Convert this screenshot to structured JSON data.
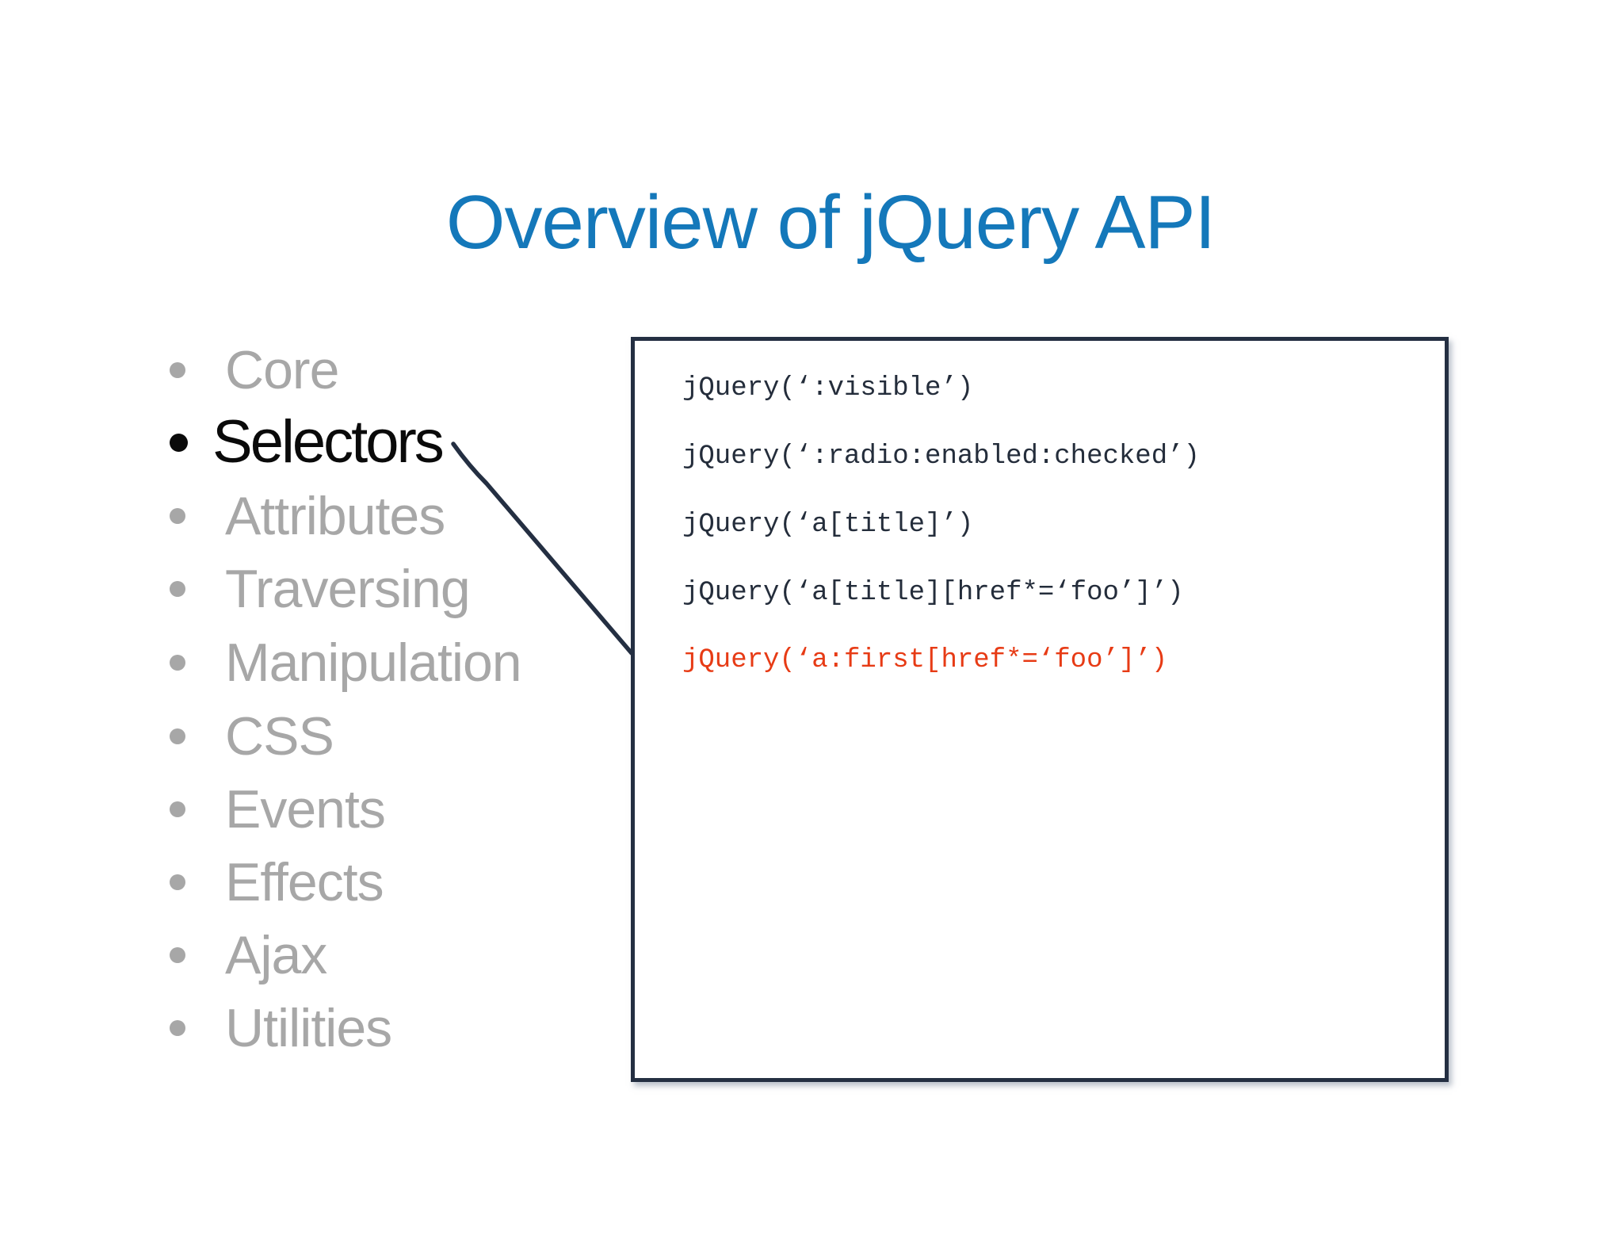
{
  "slide": {
    "background_color": "#ffffff",
    "title": "Overview of jQuery API",
    "title_color": "#1478ba",
    "list": {
      "inactive_color": "#a7a7a7",
      "active_color": "#0a0a0a",
      "items": [
        {
          "label": "Core",
          "active": false
        },
        {
          "label": "Selectors",
          "active": true
        },
        {
          "label": "Attributes",
          "active": false
        },
        {
          "label": "Traversing",
          "active": false
        },
        {
          "label": "Manipulation",
          "active": false
        },
        {
          "label": "CSS",
          "active": false
        },
        {
          "label": "Events",
          "active": false
        },
        {
          "label": "Effects",
          "active": false
        },
        {
          "label": "Ajax",
          "active": false
        },
        {
          "label": "Utilities",
          "active": false
        }
      ]
    },
    "code_panel": {
      "border_color": "#242f42",
      "text_color": "#242d3b",
      "highlight_color": "#e73b15",
      "lines": [
        {
          "text": "jQuery(‘:visible’)",
          "highlight": false
        },
        {
          "text": "jQuery(‘:radio:enabled:checked’)",
          "highlight": false
        },
        {
          "text": "jQuery(‘a[title]’)",
          "highlight": false
        },
        {
          "text": "jQuery(‘a[title][href*=‘foo’]’)",
          "highlight": false
        },
        {
          "text": "jQuery(‘a:first[href*=‘foo’]’)",
          "highlight": true
        }
      ]
    },
    "connector": {
      "from": "Selectors",
      "to": "code-panel",
      "color": "#242f42"
    }
  }
}
